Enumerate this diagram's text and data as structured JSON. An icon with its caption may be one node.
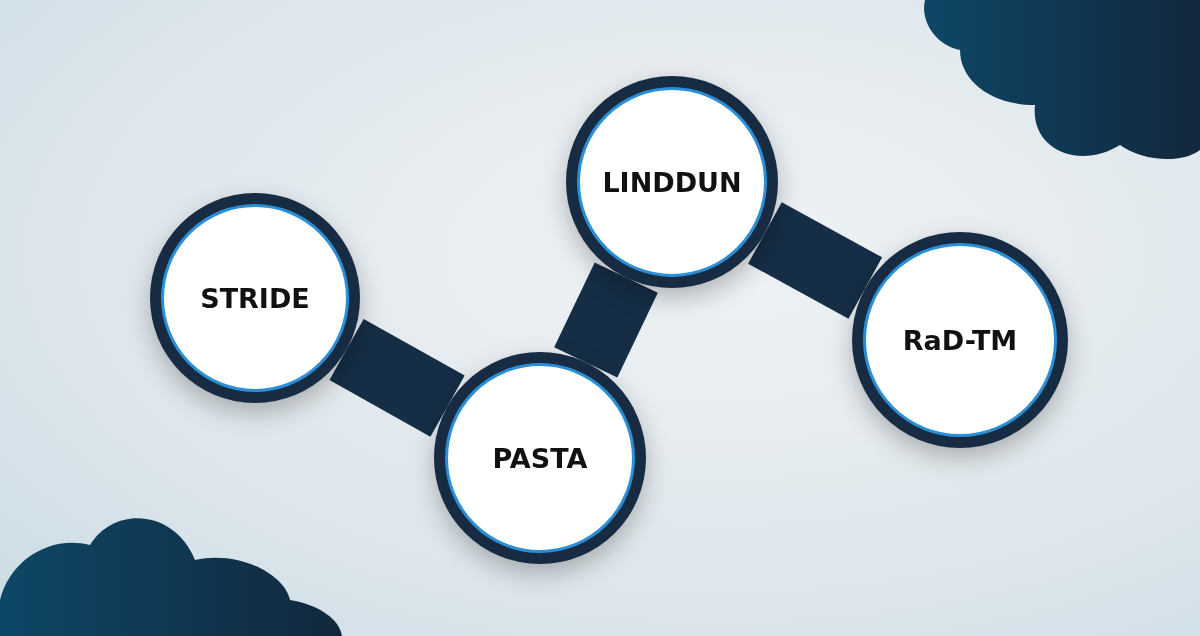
{
  "diagram": {
    "nodes": [
      {
        "text": [
          "STRIDE"
        ]
      },
      {
        "text": [
          "PASTA"
        ]
      },
      {
        "text": [
          "LINDDUN"
        ]
      },
      {
        "text": [
          "RaD-TM"
        ]
      }
    ],
    "edges": [
      {
        "from": 0,
        "to": 1,
        "arrow": "none"
      },
      {
        "from": 1,
        "to": 2,
        "arrow": "none"
      },
      {
        "from": 2,
        "to": 3,
        "arrow": "none"
      }
    ]
  }
}
